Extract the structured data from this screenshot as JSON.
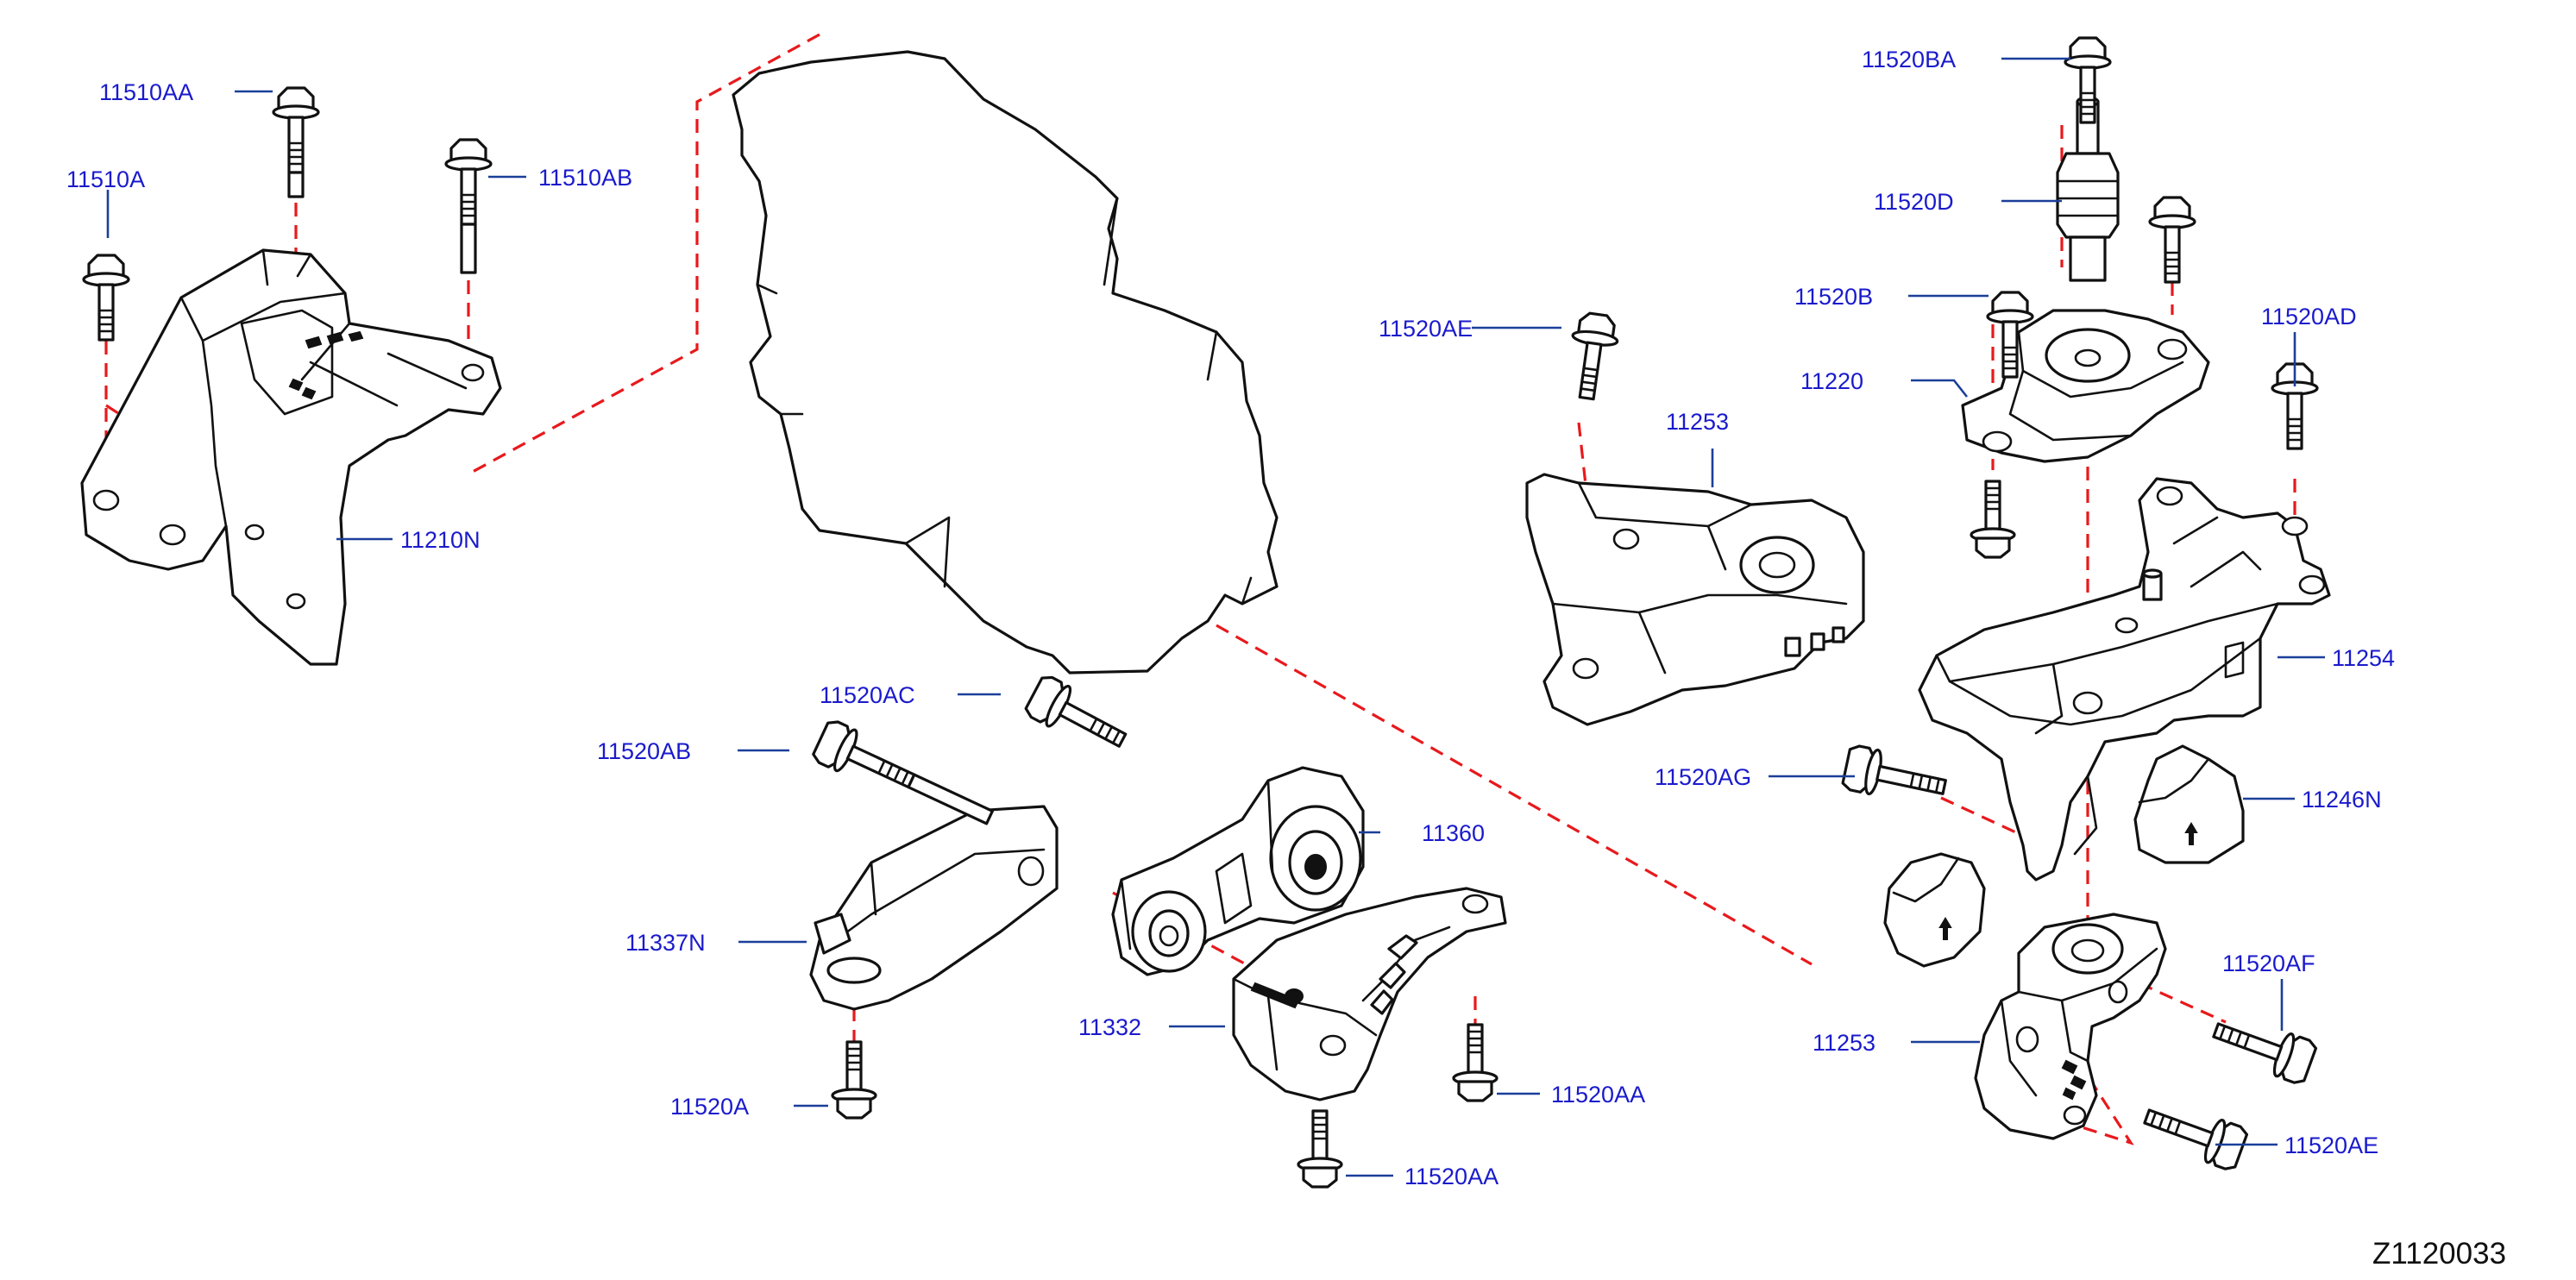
{
  "diagram_code": "Z1120033",
  "parts": [
    {
      "id": "11510AA"
    },
    {
      "id": "11510A"
    },
    {
      "id": "11510AB"
    },
    {
      "id": "11210N"
    },
    {
      "id": "11520AC"
    },
    {
      "id": "11520AB"
    },
    {
      "id": "11360"
    },
    {
      "id": "11337N"
    },
    {
      "id": "11332"
    },
    {
      "id": "11520A"
    },
    {
      "id": "11520AA",
      "instance": 1
    },
    {
      "id": "11520AA",
      "instance": 2
    },
    {
      "id": "11520AE",
      "instance": 1
    },
    {
      "id": "11253",
      "instance": 1
    },
    {
      "id": "11520BA"
    },
    {
      "id": "11520D"
    },
    {
      "id": "11520B"
    },
    {
      "id": "11220"
    },
    {
      "id": "11520AD"
    },
    {
      "id": "11254"
    },
    {
      "id": "11520AG"
    },
    {
      "id": "11246N"
    },
    {
      "id": "11520AF"
    },
    {
      "id": "11253",
      "instance": 2
    },
    {
      "id": "11520AE",
      "instance": 2
    }
  ],
  "colors": {
    "label_text": "#1a1acc",
    "leader_line": "#1a3f9a",
    "dashed_assembly_line": "#e8191c",
    "part_outline": "#111111",
    "background": "#ffffff"
  }
}
